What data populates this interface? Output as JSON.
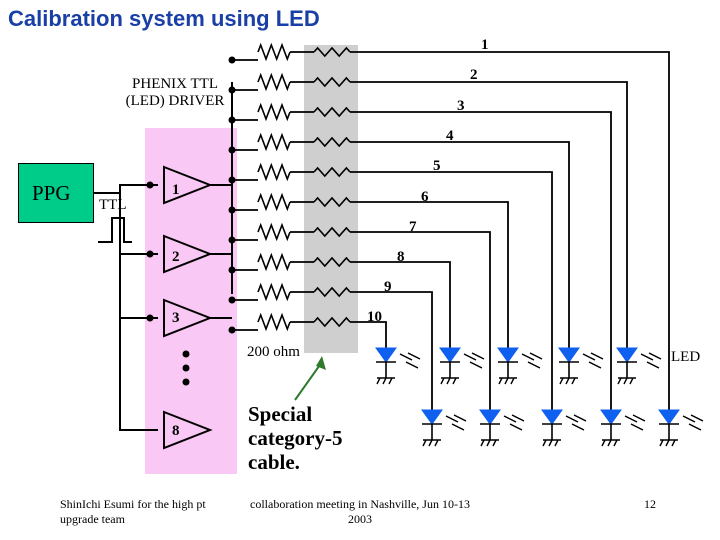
{
  "title": "Calibration system using LED",
  "ppg_label": "PPG",
  "ttl_label": "TTL",
  "driver_label": "PHENIX TTL (LED) DRIVER",
  "driver_outputs": [
    "1",
    "2",
    "3",
    "8"
  ],
  "channel_numbers": [
    "1",
    "2",
    "3",
    "4",
    "5",
    "6",
    "7",
    "8",
    "9",
    "10"
  ],
  "resistor_label": "200 ohm",
  "cable_label": "Special category-5 cable.",
  "led_label": "LED",
  "footer_left": "ShinIchi Esumi for the high pt upgrade team",
  "footer_center": "collaboration meeting in Nashville, Jun 10-13 2003",
  "page_number": "12",
  "colors": {
    "title": "#1a3fa6",
    "ppg_box": "#00cc8a",
    "driver_band": "#f9c8f4",
    "cable_band": "#cfcfcf",
    "led": "#1060f0",
    "arrow": "#2f7a2a"
  }
}
